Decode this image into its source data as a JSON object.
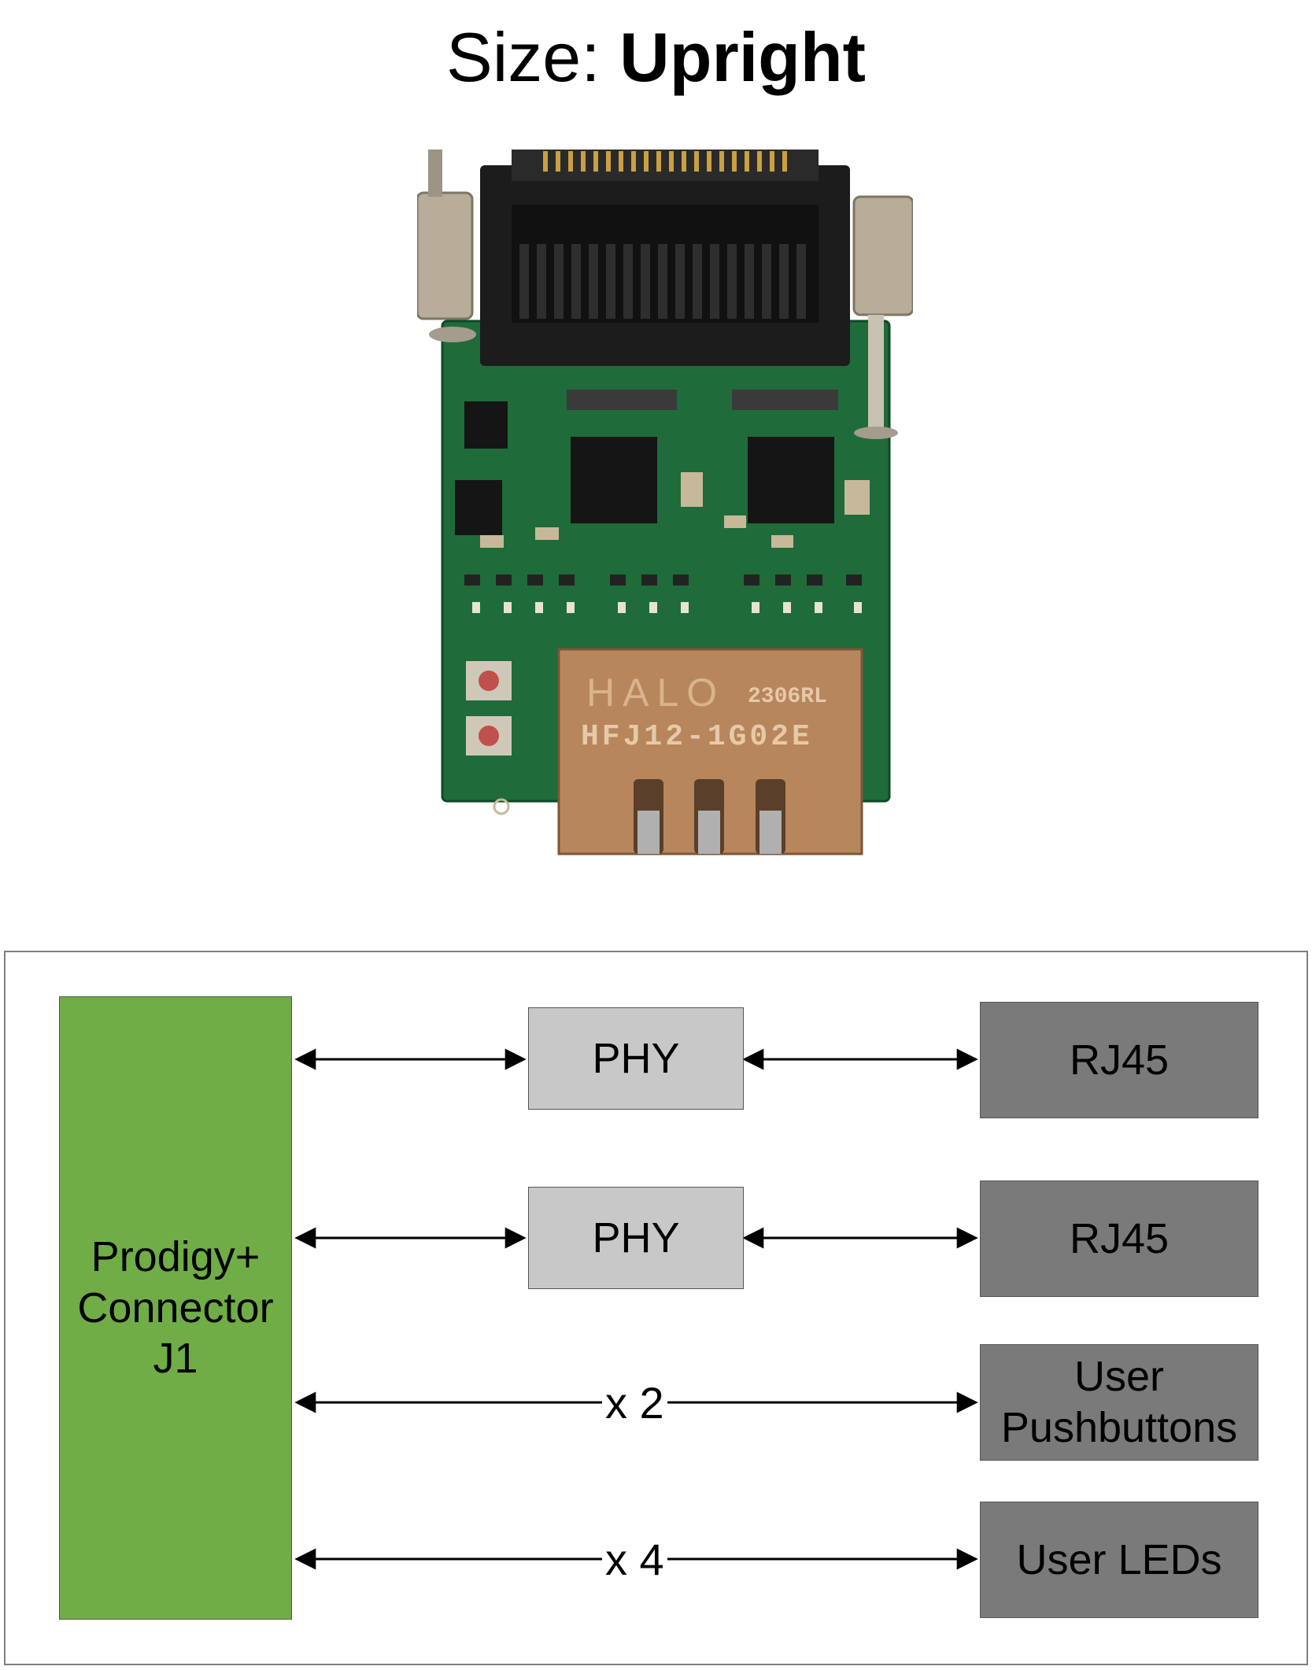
{
  "title": {
    "prefix": "Size: ",
    "value": "Upright"
  },
  "board": {
    "halo_line1": "HALO",
    "halo_code": "2306RL",
    "halo_line2": "HFJ12-1G02E",
    "colors": {
      "pcb": "#1f6b3a",
      "jack": "#b8865c",
      "connector": "#1c1c1c"
    }
  },
  "diagram": {
    "connector": "Prodigy+\nConnector\nJ1",
    "phy_1": "PHY",
    "phy_2": "PHY",
    "rj45_1": "RJ45",
    "rj45_2": "RJ45",
    "pushbuttons": "User\nPushbuttons",
    "leds": "User LEDs",
    "mult_pushbuttons": "x 2",
    "mult_leds": "x 4",
    "colors": {
      "connector": "#70ad47",
      "phy": "#c8c8c8",
      "output": "#7a7a7a"
    }
  }
}
